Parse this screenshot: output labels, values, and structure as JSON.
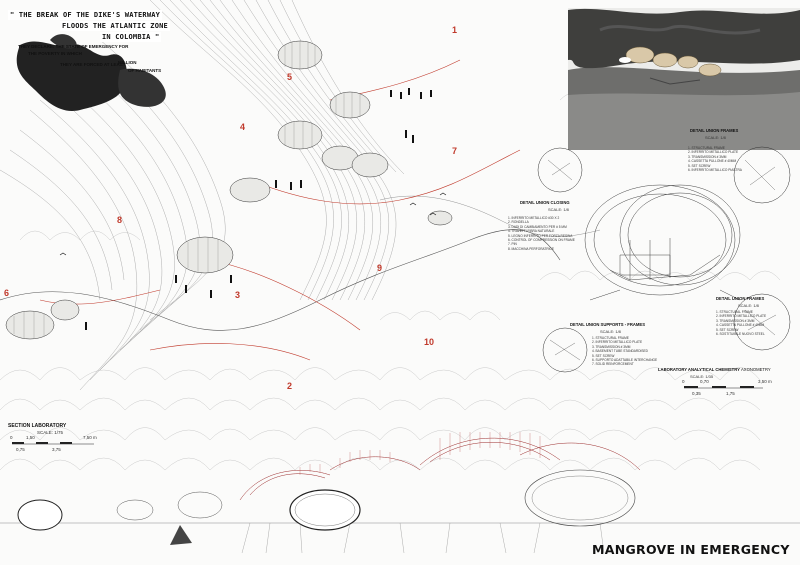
{
  "headline": {
    "lines": [
      "\" THE BREAK OF THE DIKE'S WATERWAY",
      "FLOODS THE ATLANTIC ZONE",
      "IN COLOMBIA \""
    ],
    "tagline_1": "THEY DECLARE: THE STATE OF EMERGENCY FOR",
    "tagline_2": "THE POVERTY IN WHICH",
    "tagline_3": "THEY ARE FORCED AT LEAST",
    "tagline_4": "MILLION",
    "tagline_5": "OF HABITANTS"
  },
  "step_numbers": [
    "1",
    "2",
    "3",
    "4",
    "5",
    "6",
    "7",
    "8",
    "9",
    "10"
  ],
  "details": {
    "union_frames_top": {
      "title": "DETAIL UNION FRAMES",
      "scale": "SCALE: 1/8",
      "items": [
        "1. STRUCTURAL FRAME",
        "2. INFERRITO METALLICO PLATE",
        "3. TRANSMISSION # 3MM",
        "4. CASSETTA PULLONE # 40MM",
        "5. SET SCREW",
        "6. INFERRITO METALLICO PIASTRA"
      ]
    },
    "union_closing": {
      "title": "DETAIL UNION CLOSING",
      "scale": "SCALE: 1/8",
      "items": [
        "1. INFERRITO METALLICO #30 X 2",
        "2. RONDELLA",
        "3. DADI DI CAMBIAMENTO PER # 5 MM",
        "4. TRAVETTI FIBRA NATURALE",
        "5. LEGNO INFERRITO PER FORZA RESINA",
        "6. CONTROL OF COMPRESSION ON FRAME",
        "7. PIN",
        "8. MACCHINA PERFORATRICE"
      ]
    },
    "union_frames_mid": {
      "title": "DETAIL UNION FRAMES",
      "scale": "SCALE: 1/8",
      "items": [
        "1. STRUCTURAL FRAME",
        "2. INFERRITO METALLICO PLATE",
        "3. TRANSMISSION # 3MM",
        "4. CASSETTA PULLONE # 40MM",
        "5. SET SCREW",
        "6. SOSTITUIBILE NUOVO STEEL"
      ]
    },
    "union_supports": {
      "title": "DETAIL UNION SUPPORTS - FRAMES",
      "scale": "SCALE: 1/8",
      "items": [
        "1. STRUCTURAL FRAME",
        "2. INFERRITO METALLICO PLATE",
        "3. TRANSMISSION # 3MM",
        "4. BASEMENT TUBE STANDARDISED",
        "5. SET SCREW",
        "6. SUPPORTO ADATTABILE INTERCHANGE",
        "7. SOLID REINFORCEMENT"
      ]
    }
  },
  "axonometry": {
    "title": "LABORATORY ANALYTICAL CHEMISTRY",
    "title_suffix": "AXONOMETRY",
    "scale": "SCALE: 1/35",
    "ticks_top": [
      "0",
      "0,70",
      "3,50 m"
    ],
    "ticks_bottom": [
      "0,35",
      "1,75"
    ]
  },
  "section": {
    "title": "SECTION LABORATORY",
    "scale": "SCALE: 1/75",
    "ticks_top": [
      "0",
      "1,50",
      "7,50 m"
    ],
    "ticks_bottom": [
      "0,75",
      "3,75"
    ]
  },
  "project_title": "MANGROVE IN EMERGENCY"
}
